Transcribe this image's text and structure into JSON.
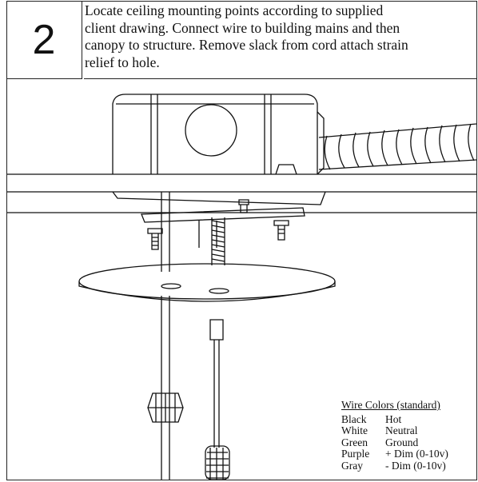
{
  "step": {
    "number": "2"
  },
  "instruction": {
    "lines": [
      "Locate ceiling mounting points according to supplied",
      "client drawing. Connect wire to building mains and then",
      "canopy to structure. Remove slack from cord attach strain",
      "relief to hole."
    ]
  },
  "legend": {
    "title": "Wire Colors (standard)",
    "rows": [
      {
        "color": "Black",
        "meaning": "Hot"
      },
      {
        "color": "White",
        "meaning": "Neutral"
      },
      {
        "color": "Green",
        "meaning": "Ground"
      },
      {
        "color": "Purple",
        "meaning": "+ Dim (0-10v)"
      },
      {
        "color": "Gray",
        "meaning": "- Dim (0-10v)"
      }
    ]
  }
}
